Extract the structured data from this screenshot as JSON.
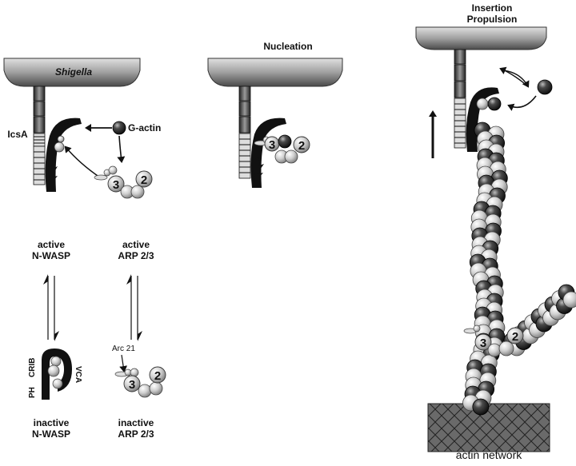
{
  "labels": {
    "shigella": "Shigella",
    "icsa": "IcsA",
    "g_actin": "G-actin",
    "nucleation": "Nucleation",
    "insertion": "Insertion",
    "propulsion": "Propulsion",
    "active": "active",
    "n_wasp": "N-WASP",
    "arp23": "ARP 2/3",
    "inactive": "inactive",
    "crib": "CRIB",
    "ph": "PH",
    "vca": "VCA",
    "arc21": "Arc 21",
    "actin_network": "actin network",
    "sub2": "2",
    "sub3": "3"
  },
  "colors": {
    "membrane_top": "#d8d8d8",
    "membrane_bottom": "#555555",
    "bead_dark": "#1a1a1a",
    "bead_light": "#c8c8c8",
    "network": "#6e6e6e"
  }
}
